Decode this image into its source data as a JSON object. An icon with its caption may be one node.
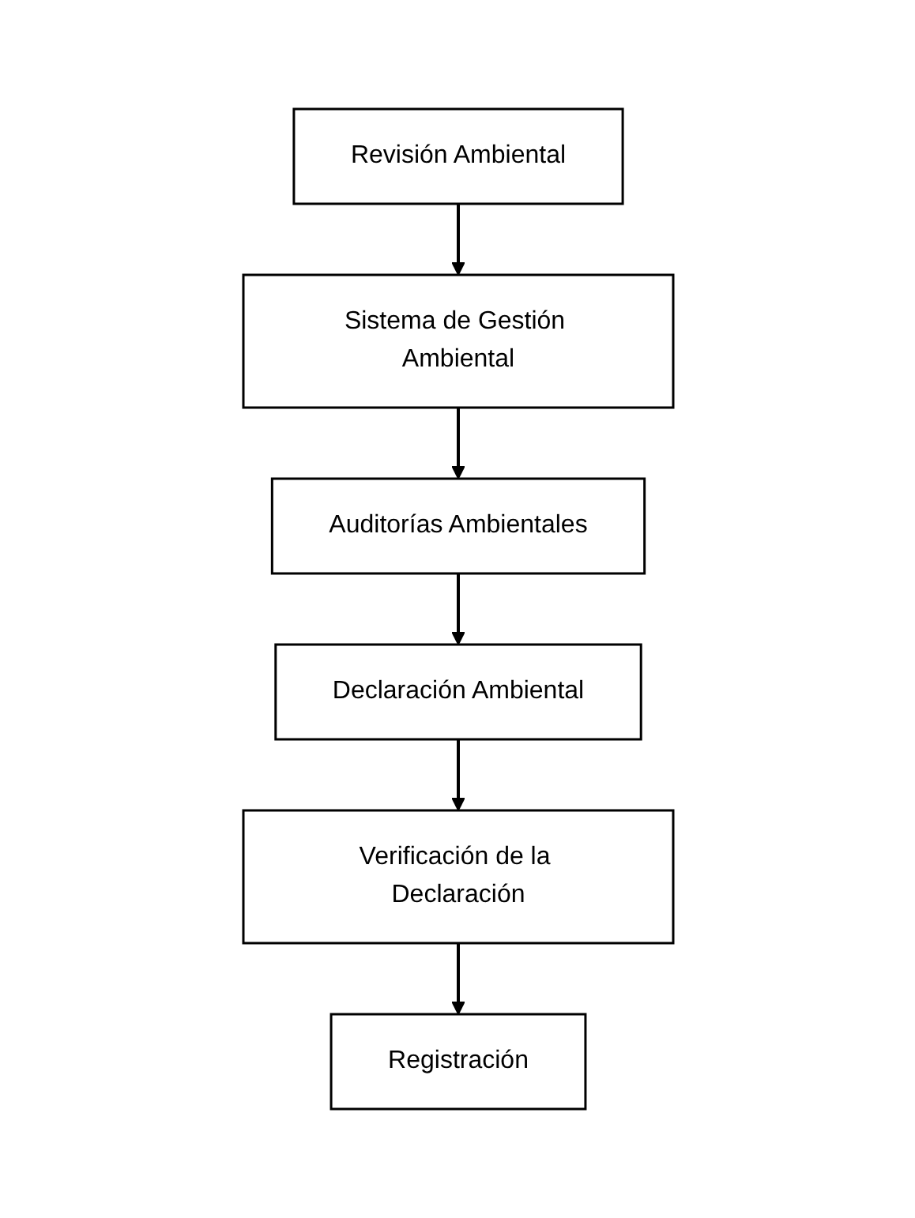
{
  "diagram": {
    "nodes": [
      {
        "text": [
          "Revisión Ambiental"
        ]
      },
      {
        "text": [
          "Sistema de Gestión Ambiental"
        ]
      },
      {
        "text": [
          "Auditorías Ambientales"
        ]
      },
      {
        "text": [
          "Declaración Ambiental"
        ]
      },
      {
        "text": [
          "Verificación de la Declaración"
        ]
      },
      {
        "text": [
          "Registración"
        ]
      }
    ],
    "edges": [
      {
        "from": 0,
        "to": 1,
        "arrow": "to"
      },
      {
        "from": 1,
        "to": 2,
        "arrow": "to"
      },
      {
        "from": 2,
        "to": 3,
        "arrow": "to"
      },
      {
        "from": 3,
        "to": 4,
        "arrow": "to"
      },
      {
        "from": 4,
        "to": 5,
        "arrow": "to"
      }
    ]
  }
}
